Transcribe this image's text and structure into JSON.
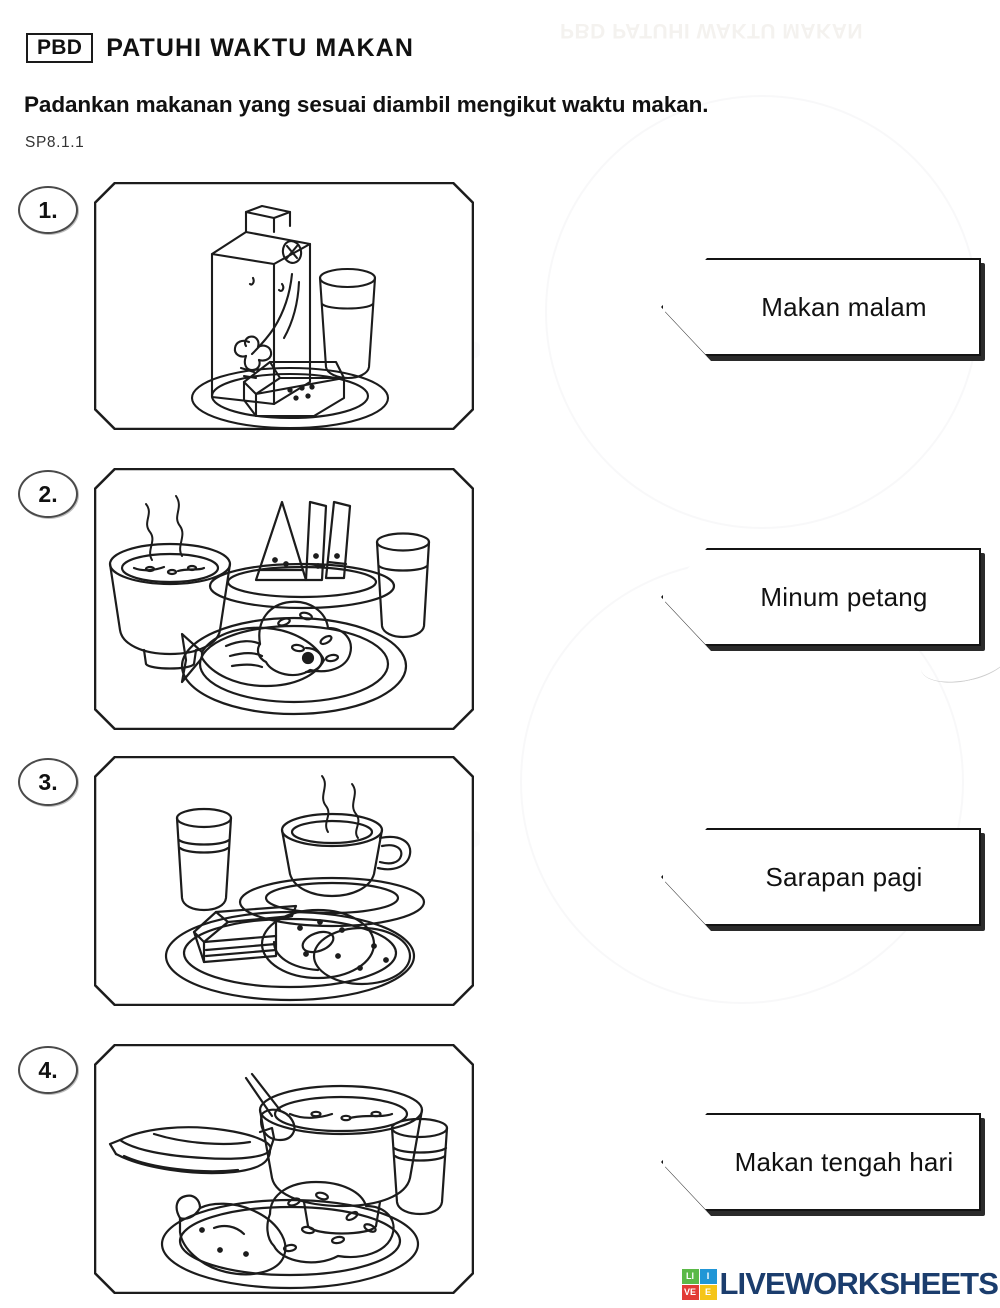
{
  "header": {
    "badge": "PBD",
    "title": "PATUHI WAKTU MAKAN",
    "instruction": "Padankan makanan yang sesuai diambil mengikut waktu makan.",
    "code": "SP8.1.1"
  },
  "items": [
    {
      "number": "1.",
      "picture_alt": "milk carton, glass of milk and sandwich on a plate"
    },
    {
      "number": "2.",
      "picture_alt": "bowl of hot soup, watermelon slices, glass of water, fish with rice on a plate"
    },
    {
      "number": "3.",
      "picture_alt": "glass of water, hot cup of coffee on saucer, layer cake and donuts on a plate"
    },
    {
      "number": "4.",
      "picture_alt": "bananas, bowl of porridge with spoon, glass of water, chicken drumstick with rice"
    }
  ],
  "answers": [
    {
      "label": "Makan malam"
    },
    {
      "label": "Minum petang"
    },
    {
      "label": "Sarapan pagi"
    },
    {
      "label": "Makan tengah hari"
    }
  ],
  "footer": {
    "logo_cells": [
      "LI",
      "I",
      "VE",
      "E"
    ],
    "logo_cell_li": "LI",
    "logo_cell_i": "I",
    "logo_cell_ve": "VE",
    "logo_cell_e": "E",
    "wordmark": "LIVEWORKSHEETS"
  },
  "colors": {
    "ink": "#1c1c1c",
    "logo_green": "#5bb947",
    "logo_blue": "#2196d6",
    "logo_red": "#e23b35",
    "logo_yellow": "#f5c518",
    "logo_navy": "#1b3d6d"
  }
}
